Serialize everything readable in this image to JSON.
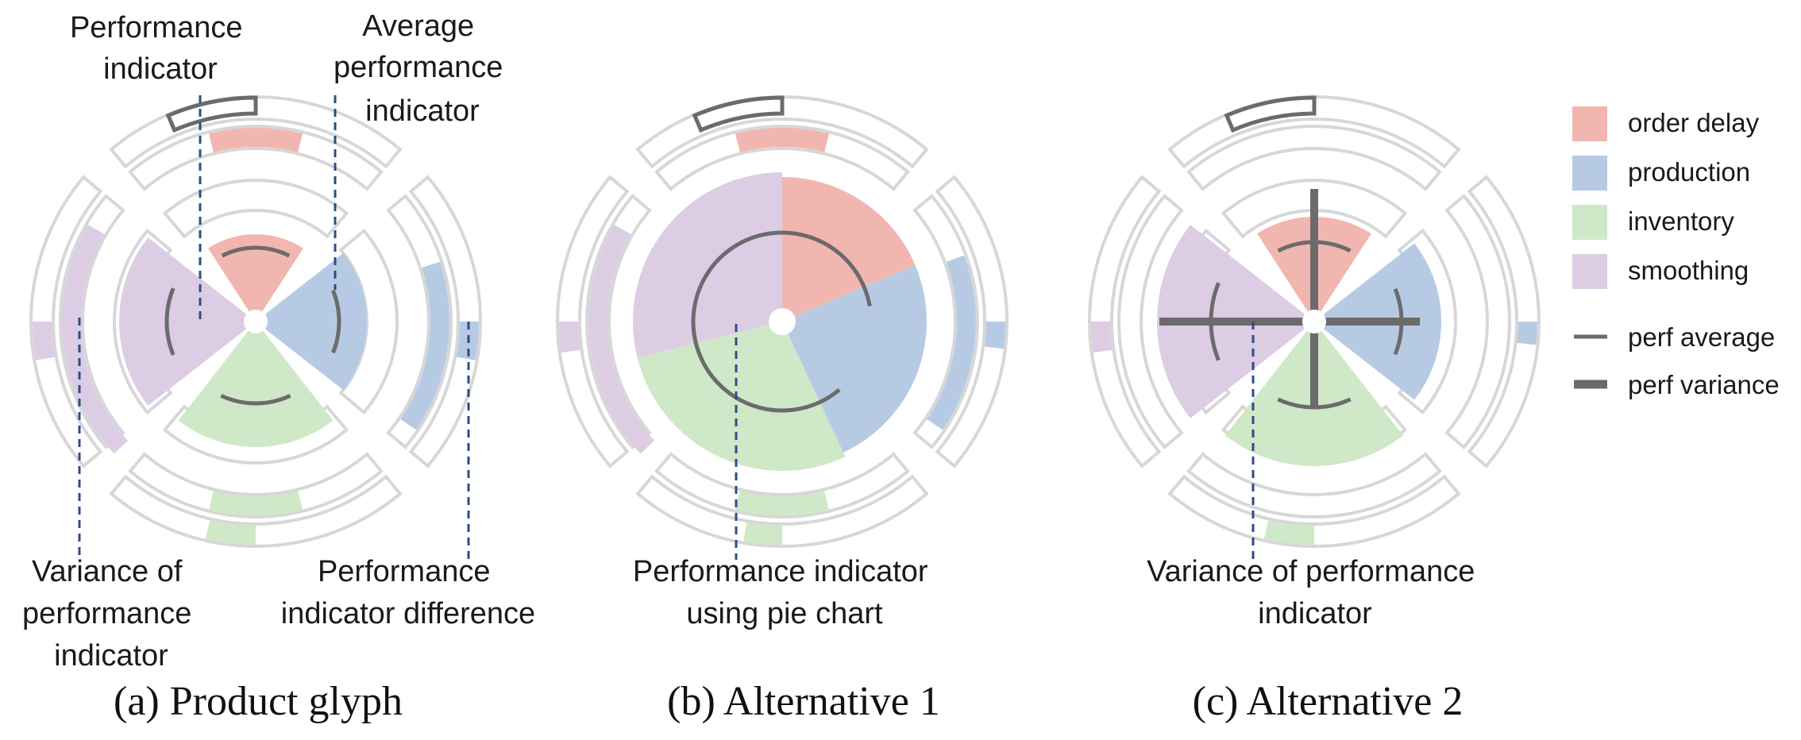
{
  "colors": {
    "order_delay": "#f2b6b0",
    "production": "#b6cbe3",
    "inventory": "#cfe8c8",
    "smoothing": "#dccce4",
    "frame": "#d7d7d7",
    "marker": "#6b6b6b",
    "leader": "#2c4d86"
  },
  "panels": {
    "a": {
      "caption": "(a) Product glyph",
      "annotations": {
        "performance_indicator": [
          "Performance",
          "indicator"
        ],
        "average_performance_indicator": [
          "Average",
          "performance",
          "indicator"
        ],
        "variance": [
          "Variance of",
          "performance",
          "indicator"
        ],
        "difference": [
          "Performance",
          "indicator difference"
        ]
      }
    },
    "b": {
      "caption": "(b) Alternative 1",
      "annotations": {
        "pie": [
          "Performance indicator",
          "using pie chart"
        ]
      }
    },
    "c": {
      "caption": "(c) Alternative 2",
      "annotations": {
        "variance": [
          "Variance of performance",
          "indicator"
        ]
      }
    }
  },
  "legend": {
    "items": [
      {
        "key": "order_delay",
        "label": "order delay"
      },
      {
        "key": "production",
        "label": "production"
      },
      {
        "key": "inventory",
        "label": "inventory"
      },
      {
        "key": "smoothing",
        "label": "smoothing"
      }
    ],
    "lines": [
      {
        "key": "avg",
        "label": "perf average"
      },
      {
        "key": "var",
        "label": "perf variance"
      }
    ]
  }
}
